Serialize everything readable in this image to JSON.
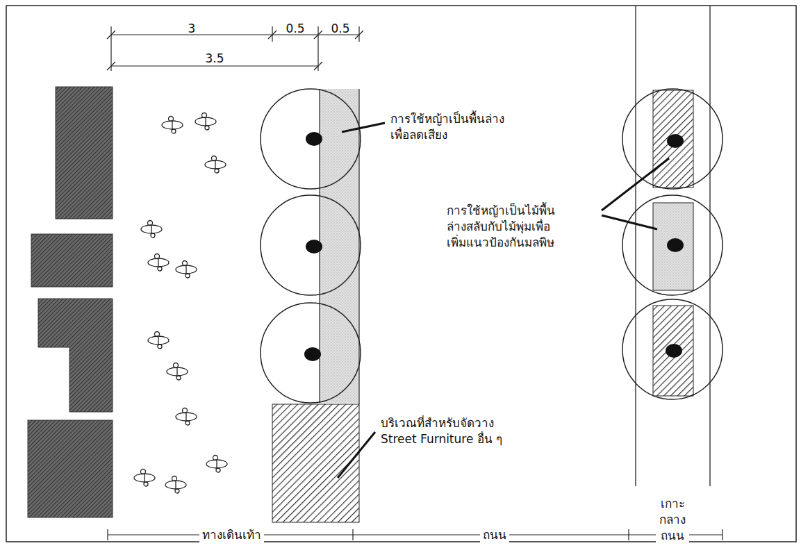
{
  "diagram": {
    "labels": [
      "3",
      "0.5",
      "0.5",
      "3.5",
      "การใช้หญ้าเป็นพื้นล่าง เพื่อลดเสียง",
      "การใช้หญ้าเป็นไม้พื้น ล่างสลับกับไม้พุ่มเพื่อ เพิ่มแนวป้องกันมลพิษ",
      "บริเวณที่สำหรับจัดวาง Street Furniture อื่น ๆ",
      "ทางเดินเท้า",
      "ถนน",
      "เกาะ กลาง ถนน"
    ]
  }
}
